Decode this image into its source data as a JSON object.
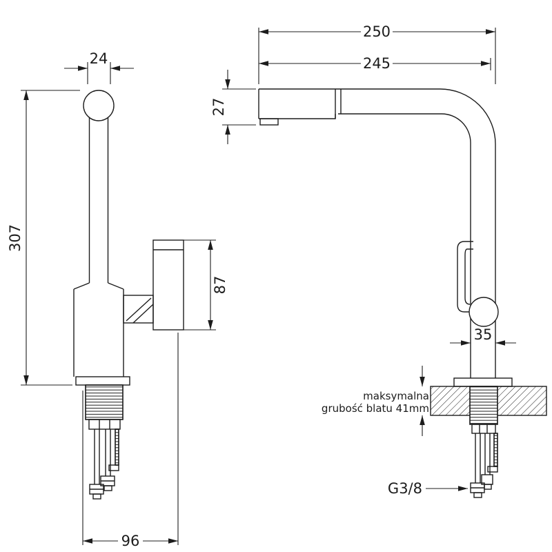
{
  "diagram": {
    "subject": "kitchen faucet technical installation drawing, front and side views with dimensions in mm",
    "front": {
      "width_top": "24",
      "height_total": "307",
      "handle_height": "87",
      "depth_base": "96"
    },
    "side": {
      "reach_total": "250",
      "reach_spout": "245",
      "spout_height": "27",
      "body_width": "35"
    },
    "counter_note": {
      "line1": "maksymalna",
      "line2": "grubość blatu 41mm"
    },
    "connection": {
      "thread_label": "G3/8"
    },
    "colors": {
      "line": "#1c1c1c",
      "background": "#ffffff"
    }
  }
}
